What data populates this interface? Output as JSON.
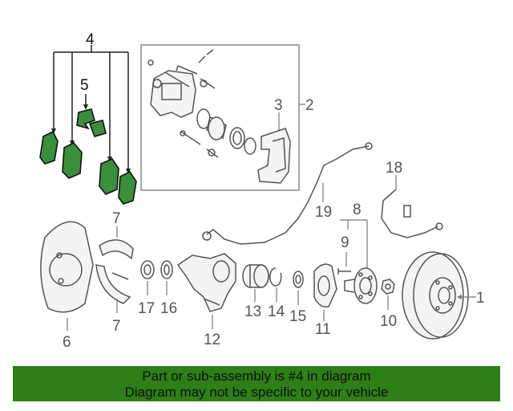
{
  "diagram": {
    "labels": {
      "p1": "1",
      "p2": "2",
      "p3": "3",
      "p4": "4",
      "p5": "5",
      "p6": "6",
      "p7a": "7",
      "p7b": "7",
      "p8": "8",
      "p9": "9",
      "p10": "10",
      "p11": "11",
      "p12": "12",
      "p13": "13",
      "p14": "14",
      "p15": "15",
      "p16": "16",
      "p17": "17",
      "p18": "18",
      "p19": "19"
    },
    "colors": {
      "highlight": "#3a8f3a",
      "banner": "#2d7f16",
      "line": "#555555"
    }
  },
  "banner": {
    "line1": "Part or sub-assembly is #4 in diagram",
    "line2": "Diagram may not be specific to your vehicle"
  }
}
